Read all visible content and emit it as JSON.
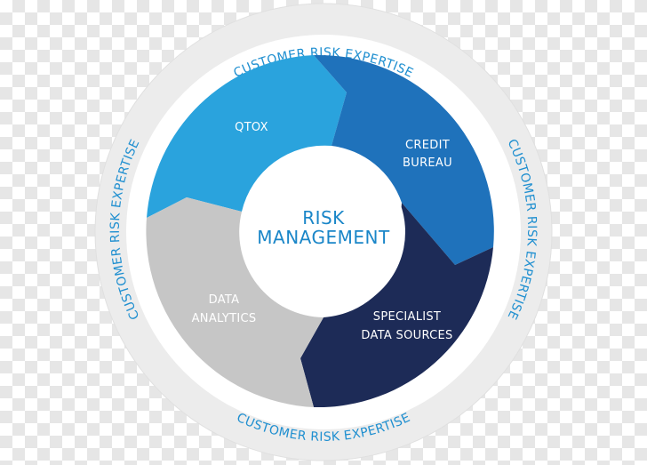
{
  "ring": {
    "top": "CUSTOMER RISK EXPERTISE",
    "right": "CUSTOMER RISK EXPERTISE",
    "bottom": "CUSTOMER RISK EXPERTISE",
    "left": "CUSTOMER RISK EXPERTISE"
  },
  "center": {
    "line1": "RISK",
    "line2": "MANAGEMENT"
  },
  "segments": {
    "qtox": {
      "line1": "QTOX"
    },
    "credit": {
      "line1": "CREDIT",
      "line2": "BUREAU"
    },
    "specialist": {
      "line1": "SPECIALIST",
      "line2": "DATA SOURCES"
    },
    "analytics": {
      "line1": "DATA",
      "line2": "ANALYTICS"
    }
  },
  "colors": {
    "outer_ring": "#ececec",
    "inner_disc": "#ffffff",
    "qtox": "#2aa3dd",
    "credit": "#1f72bb",
    "specialist": "#1d2b57",
    "analytics": "#c6c6c6",
    "accent": "#1a86c8"
  }
}
